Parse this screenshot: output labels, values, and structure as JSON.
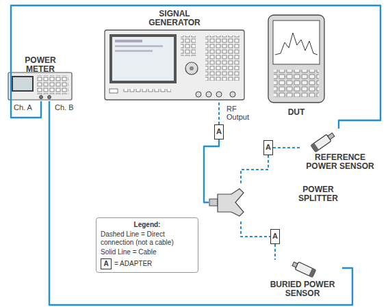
{
  "diagram": {
    "nodes": [
      {
        "text": [
          "POWER METER"
        ]
      },
      {
        "text": [
          "SIGNAL GENERATOR"
        ]
      },
      {
        "text": [
          "DUT"
        ]
      },
      {
        "text": [
          "A"
        ]
      },
      {
        "text": [
          "REFERENCE POWER SENSOR"
        ]
      },
      {
        "text": [
          "A"
        ]
      },
      {
        "text": [
          "POWER SPLITTER"
        ]
      },
      {
        "text": [
          "A"
        ]
      },
      {
        "text": [
          "BURIED POWER SENSOR"
        ]
      }
    ],
    "edges": [
      {
        "from": 1,
        "to": 3,
        "arrow": "none"
      },
      {
        "from": 3,
        "to": 6,
        "arrow": "none"
      },
      {
        "from": 6,
        "to": 5,
        "arrow": "none"
      },
      {
        "from": 5,
        "to": 4,
        "arrow": "none"
      },
      {
        "from": 6,
        "to": 7,
        "arrow": "none"
      },
      {
        "from": 7,
        "to": 8,
        "arrow": "none"
      },
      {
        "from": 0,
        "to": 4,
        "arrow": "none"
      },
      {
        "from": 0,
        "to": 8,
        "arrow": "none"
      }
    ],
    "labels": [
      "Ch. A",
      "Ch. B",
      "RF Output",
      "Legend:",
      "A"
    ],
    "legend": [
      {
        "text": "Dashed Line = Direct connection (not a cable)"
      },
      {
        "text": "Solid Line = Cable"
      },
      {
        "text": "= ADAPTER"
      }
    ]
  }
}
